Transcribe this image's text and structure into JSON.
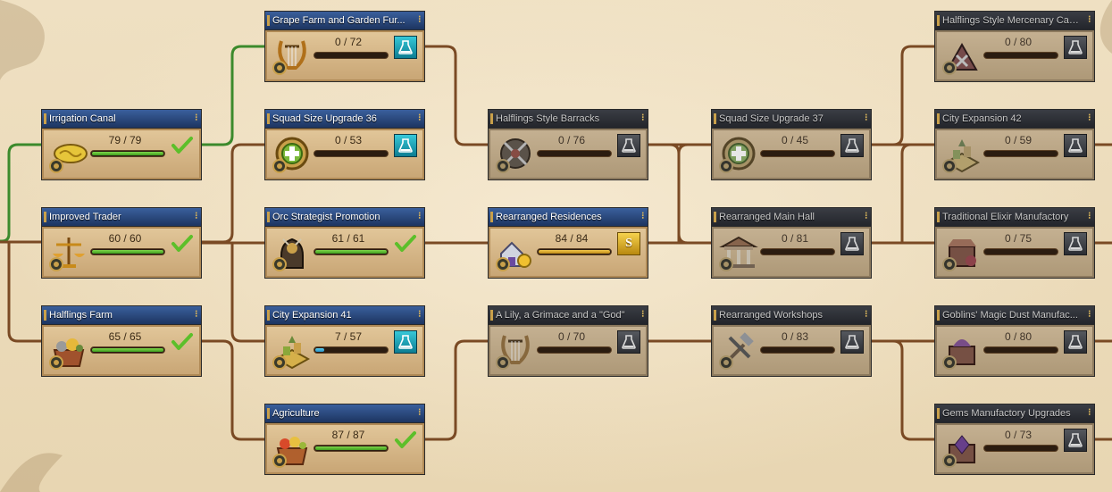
{
  "colors": {
    "connector": "#7a4a24",
    "completed_connector": "#3c8a2c",
    "title_active": "#2a4a80",
    "title_locked": "#2e3036",
    "progress_green": "#5cc22e",
    "progress_blue": "#36b4e0",
    "progress_gold": "#e0a82a"
  },
  "nodes": [
    {
      "id": "irrigation",
      "title": "Irrigation Canal",
      "progress": "79 / 79",
      "current": 79,
      "total": 79,
      "state": "done",
      "icon": "irrigation-icon",
      "action": "check-icon"
    },
    {
      "id": "improved-trader",
      "title": "Improved Trader",
      "progress": "60 / 60",
      "current": 60,
      "total": 60,
      "state": "done",
      "icon": "trader-scales-icon",
      "action": "check-icon"
    },
    {
      "id": "halflings-farm",
      "title": "Halflings Farm",
      "progress": "65 / 65",
      "current": 65,
      "total": 65,
      "state": "done",
      "icon": "farm-basket-icon",
      "action": "check-icon"
    },
    {
      "id": "grape-farm",
      "title": "Grape Farm and Garden Fur...",
      "progress": "0 / 72",
      "current": 0,
      "total": 72,
      "state": "ready",
      "icon": "lyre-icon",
      "action": "research-flask-icon"
    },
    {
      "id": "squad-36",
      "title": "Squad Size Upgrade 36",
      "progress": "0 / 53",
      "current": 0,
      "total": 53,
      "state": "ready",
      "icon": "squad-plus-icon",
      "action": "research-flask-icon"
    },
    {
      "id": "orc-strategist",
      "title": "Orc Strategist Promotion",
      "progress": "61 / 61",
      "current": 61,
      "total": 61,
      "state": "done",
      "icon": "orc-strategist-icon",
      "action": "check-icon"
    },
    {
      "id": "city-exp-41",
      "title": "City Expansion 41",
      "progress": "7 / 57",
      "current": 7,
      "total": 57,
      "state": "active",
      "icon": "city-expansion-icon",
      "action": "research-flask-icon"
    },
    {
      "id": "agriculture",
      "title": "Agriculture",
      "progress": "87 / 87",
      "current": 87,
      "total": 87,
      "state": "done",
      "icon": "agriculture-basket-icon",
      "action": "check-icon"
    },
    {
      "id": "barracks",
      "title": "Halflings Style Barracks",
      "progress": "0 / 76",
      "current": 0,
      "total": 76,
      "state": "locked",
      "icon": "barracks-icon",
      "action": "locked-flask-icon"
    },
    {
      "id": "residences",
      "title": "Rearranged Residences",
      "progress": "84 / 84",
      "current": 84,
      "total": 84,
      "state": "ready",
      "icon": "residences-icon",
      "action": "coin-icon",
      "coin_label": "S"
    },
    {
      "id": "lily",
      "title": "A Lily, a Grimace and a \"God\"",
      "progress": "0 / 70",
      "current": 0,
      "total": 70,
      "state": "locked",
      "icon": "lyre-icon",
      "action": "locked-flask-icon"
    },
    {
      "id": "squad-37",
      "title": "Squad Size Upgrade 37",
      "progress": "0 / 45",
      "current": 0,
      "total": 45,
      "state": "locked",
      "icon": "squad-plus-icon",
      "action": "locked-flask-icon"
    },
    {
      "id": "main-hall",
      "title": "Rearranged Main Hall",
      "progress": "0 / 81",
      "current": 0,
      "total": 81,
      "state": "locked",
      "icon": "main-hall-icon",
      "action": "locked-flask-icon"
    },
    {
      "id": "workshops",
      "title": "Rearranged Workshops",
      "progress": "0 / 83",
      "current": 0,
      "total": 83,
      "state": "locked",
      "icon": "workshop-tools-icon",
      "action": "locked-flask-icon"
    },
    {
      "id": "mercenary",
      "title": "Halflings Style Mercenary Camp",
      "progress": "0 / 80",
      "current": 0,
      "total": 80,
      "state": "locked",
      "icon": "mercenary-camp-icon",
      "action": "locked-flask-icon"
    },
    {
      "id": "city-exp-42",
      "title": "City Expansion 42",
      "progress": "0 / 59",
      "current": 0,
      "total": 59,
      "state": "locked",
      "icon": "city-expansion-icon",
      "action": "locked-flask-icon"
    },
    {
      "id": "elixir",
      "title": "Traditional Elixir Manufactory",
      "progress": "0 / 75",
      "current": 0,
      "total": 75,
      "state": "locked",
      "icon": "elixir-manufactory-icon",
      "action": "locked-flask-icon"
    },
    {
      "id": "magic-dust",
      "title": "Goblins' Magic Dust Manufac...",
      "progress": "0 / 80",
      "current": 0,
      "total": 80,
      "state": "locked",
      "icon": "magic-dust-icon",
      "action": "locked-flask-icon"
    },
    {
      "id": "gems",
      "title": "Gems Manufactory Upgrades",
      "progress": "0 / 73",
      "current": 0,
      "total": 73,
      "state": "locked",
      "icon": "gems-icon",
      "action": "locked-flask-icon"
    }
  ]
}
